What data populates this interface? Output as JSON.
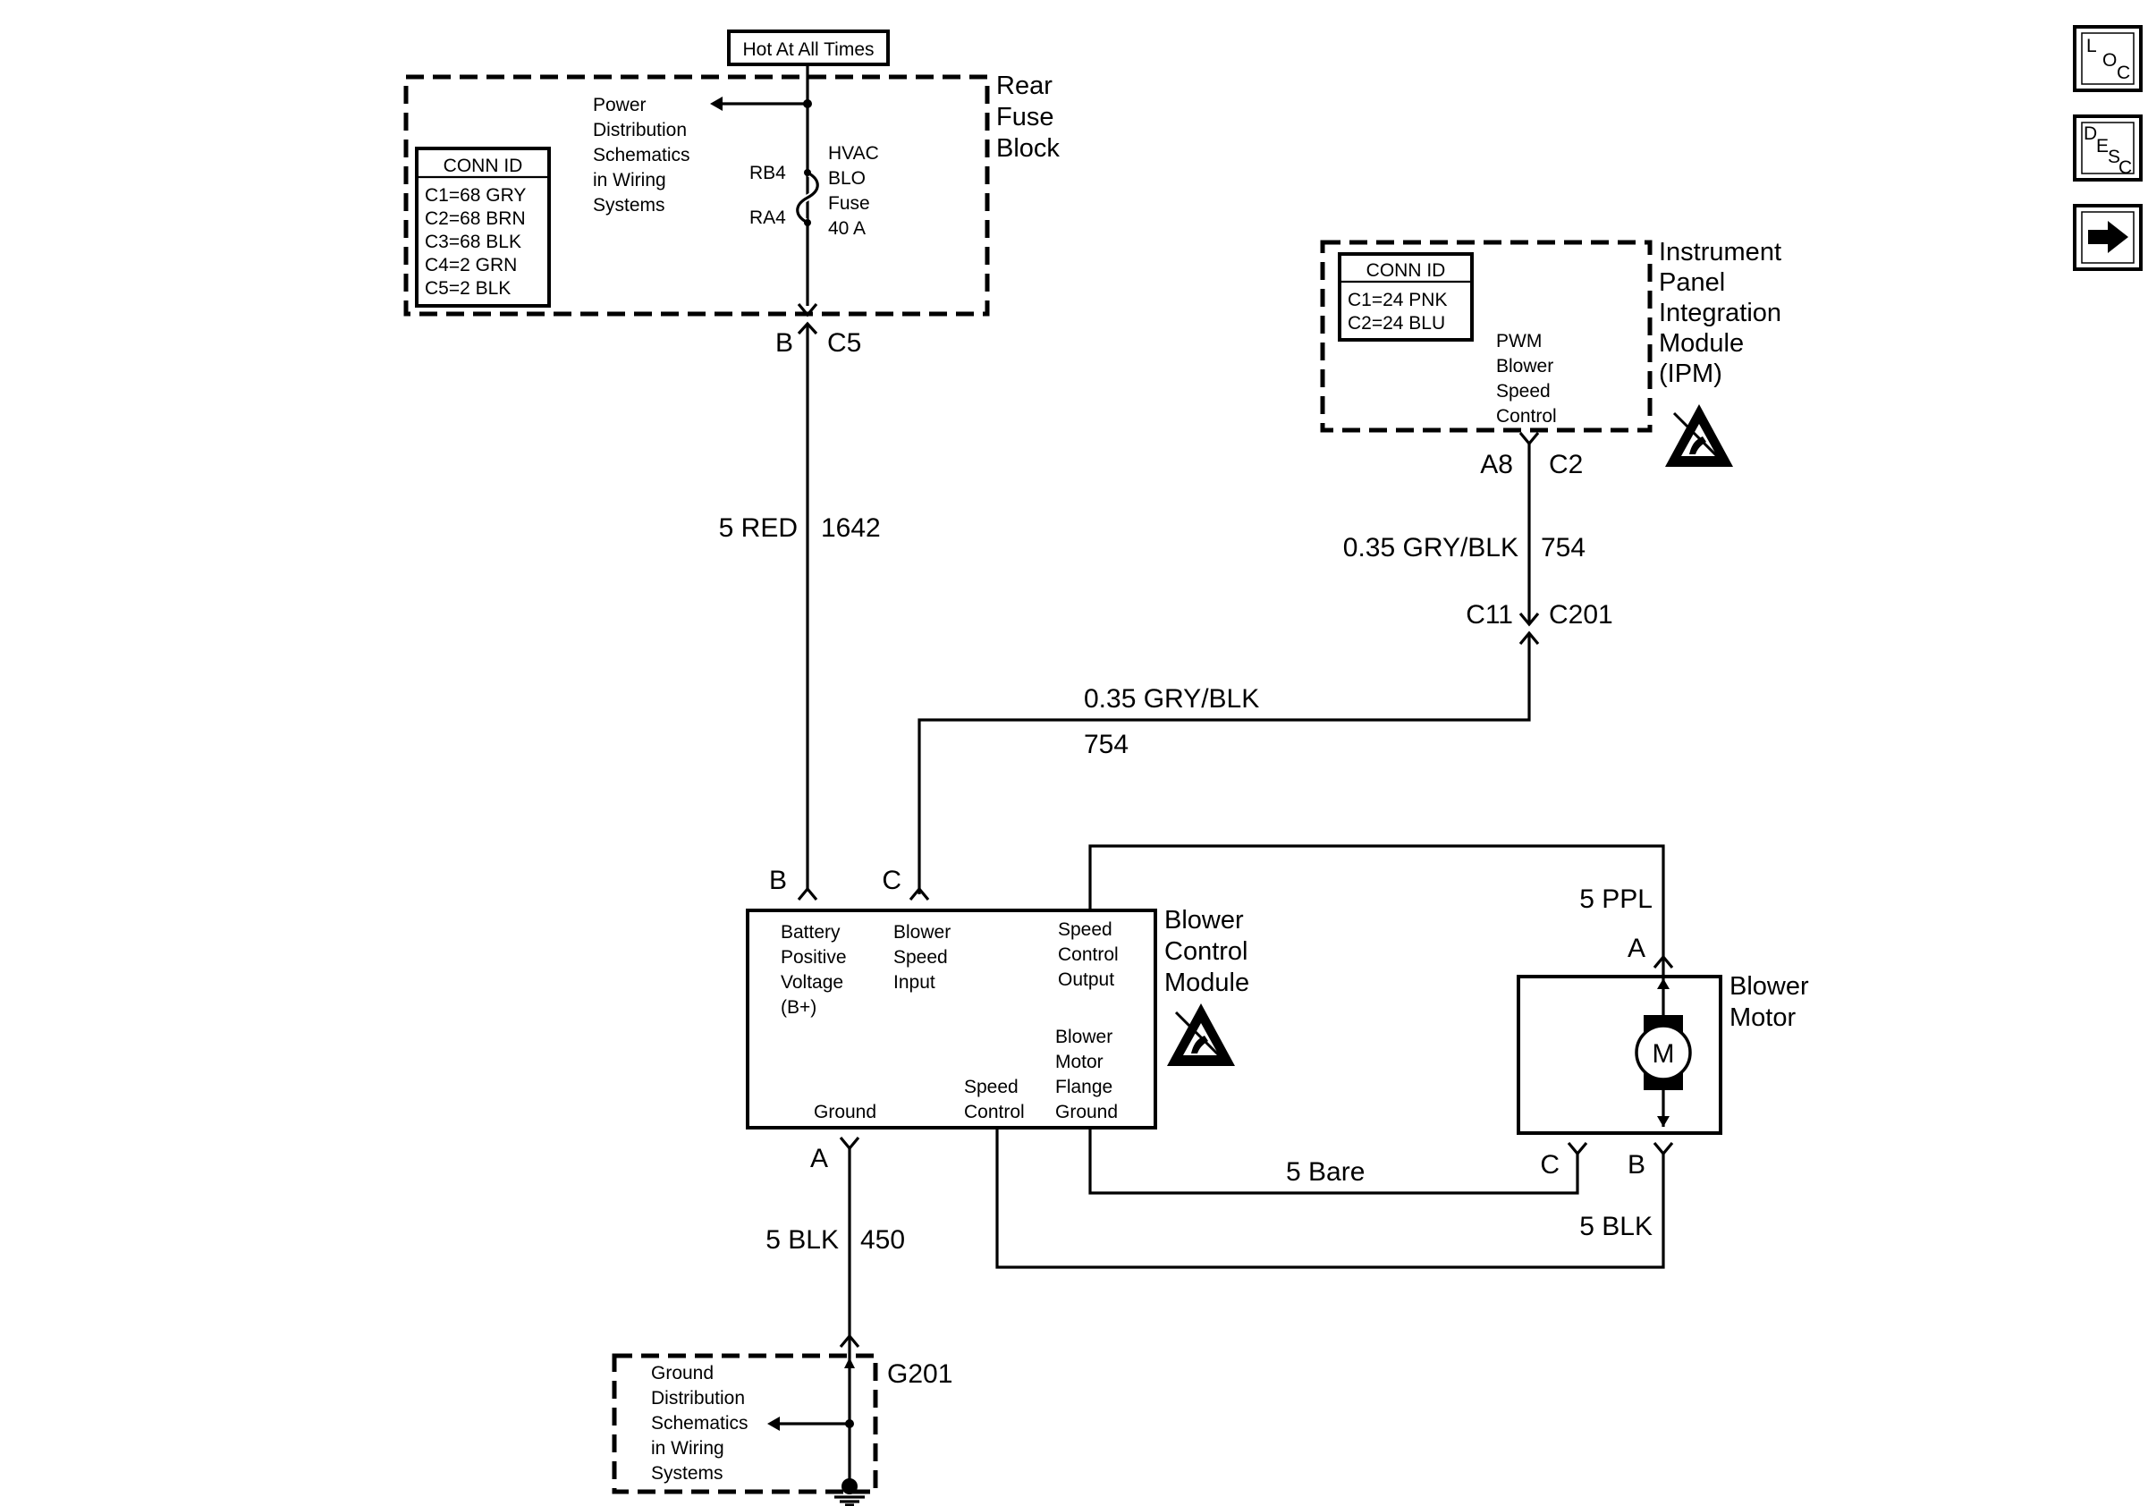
{
  "header": {
    "power_label": "Hot At All Times"
  },
  "fuse_block": {
    "title": [
      "Rear",
      "Fuse",
      "Block"
    ],
    "power_ref": [
      "Power",
      "Distribution",
      "Schematics",
      "in Wiring",
      "Systems"
    ],
    "conn_title": "CONN ID",
    "conn_ids": [
      "C1=68 GRY",
      "C2=68 BRN",
      "C3=68 BLK",
      "C4=2 GRN",
      "C5=2 BLK"
    ],
    "fuse_label": [
      "HVAC",
      "BLO",
      "Fuse",
      "40 A"
    ],
    "pin_top": "RB4",
    "pin_bottom": "RA4",
    "out_pin": "B",
    "out_conn": "C5"
  },
  "wire_power": {
    "size_color": "5 RED",
    "circuit": "1642"
  },
  "ipm": {
    "title": [
      "Instrument",
      "Panel",
      "Integration",
      "Module",
      "(IPM)"
    ],
    "conn_title": "CONN ID",
    "conn_ids": [
      "C1=24 PNK",
      "C2=24 BLU"
    ],
    "function": [
      "PWM",
      "Blower",
      "Speed",
      "Control"
    ],
    "out_pin": "A8",
    "out_conn": "C2"
  },
  "wire_signal": {
    "size_color": "0.35 GRY/BLK",
    "circuit": "754",
    "inline_pin": "C11",
    "inline_conn": "C201"
  },
  "wire_signal_lower": {
    "size_color": "0.35 GRY/BLK",
    "circuit": "754"
  },
  "blower_control": {
    "title": [
      "Blower",
      "Control",
      "Module"
    ],
    "pin_b": "B",
    "pin_c": "C",
    "pin_a": "A",
    "battery": [
      "Battery",
      "Positive",
      "Voltage",
      "(B+)"
    ],
    "speed_input": [
      "Blower",
      "Speed",
      "Input"
    ],
    "speed_output": [
      "Speed",
      "Control",
      "Output"
    ],
    "flange_ground": [
      "Blower",
      "Motor",
      "Flange",
      "Ground"
    ],
    "speed_control": [
      "Speed",
      "Control"
    ],
    "ground": "Ground"
  },
  "wire_motor_feed": {
    "size_color": "5 PPL"
  },
  "blower_motor": {
    "title": [
      "Blower",
      "Motor"
    ],
    "symbol": "M",
    "pin_a": "A",
    "pin_b": "B",
    "pin_c": "C"
  },
  "wire_bare": {
    "size_color": "5 Bare"
  },
  "wire_motor_return": {
    "size_color": "5 BLK"
  },
  "wire_ground": {
    "size_color": "5 BLK",
    "circuit": "450"
  },
  "ground_block": {
    "id": "G201",
    "ref": [
      "Ground",
      "Distribution",
      "Schematics",
      "in Wiring",
      "Systems"
    ]
  },
  "nav": {
    "loc": {
      "a": "L",
      "b": "O",
      "c": "C"
    },
    "desc": {
      "a": "D",
      "b": "E",
      "c": "S",
      "d": "C"
    }
  }
}
